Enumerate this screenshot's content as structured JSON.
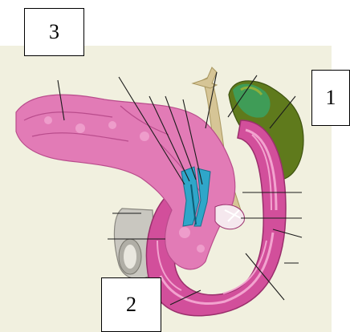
{
  "figure": {
    "subject": "pancreas-duodenum-gallbladder-illustration",
    "colors": {
      "background": "#f1f0df",
      "pancreas": "#e27bb6",
      "pancreas_dark": "#b94c8c",
      "duodenum": "#d24f9b",
      "duodenum_stripe": "#f2a3cf",
      "vessel": "#2fa6c9",
      "gallbladder": "#5f7a1c",
      "gallbladder_light": "#8fb03a",
      "bile_duct": "#d6c596",
      "bowel_gray": "#c9c7c0",
      "leader_line": "#1b1b1b"
    }
  },
  "labels": {
    "box_1": "1",
    "box_2": "2",
    "box_3": "3"
  }
}
